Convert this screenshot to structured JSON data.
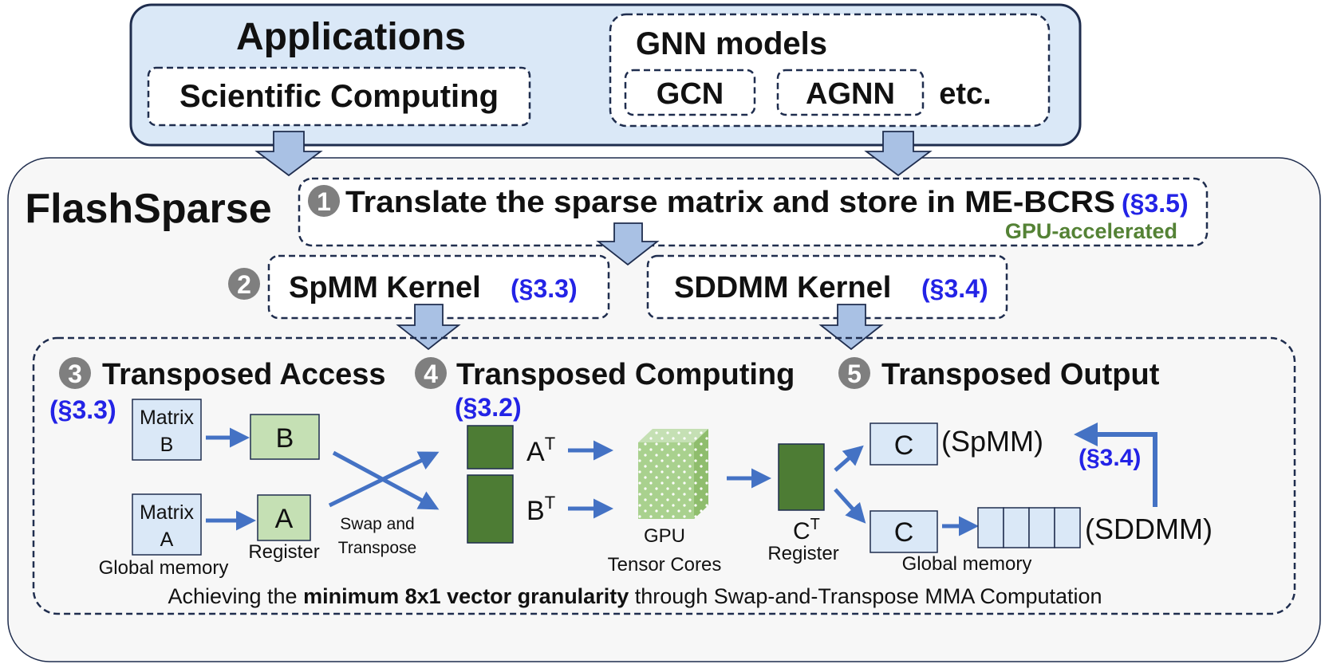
{
  "applications": {
    "title": "Applications",
    "scientific": "Scientific Computing",
    "gnn_title": "GNN models",
    "gcn": "GCN",
    "agnn": "AGNN",
    "etc": "etc."
  },
  "framework": {
    "title": "FlashSparse"
  },
  "steps": {
    "s1": {
      "num": "1",
      "text": "Translate the sparse matrix and store in ME-BCRS",
      "ref": "(§3.5)",
      "note": "GPU-accelerated"
    },
    "s2": {
      "num": "2",
      "spmm": "SpMM Kernel",
      "spmm_ref": "(§3.3)",
      "sddmm": "SDDMM Kernel",
      "sddmm_ref": "(§3.4)"
    },
    "s3": {
      "num": "3",
      "title": "Transposed Access",
      "ref": "(§3.3)"
    },
    "s4": {
      "num": "4",
      "title": "Transposed Computing",
      "ref": "(§3.2)"
    },
    "s5": {
      "num": "5",
      "title": "Transposed Output"
    }
  },
  "access": {
    "matrix_b_1": "Matrix",
    "matrix_b_2": "B",
    "matrix_a_1": "Matrix",
    "matrix_a_2": "A",
    "reg_b": "B",
    "reg_a": "A",
    "global_memory": "Global memory",
    "register": "Register",
    "swap_1": "Swap and",
    "swap_2": "Transpose"
  },
  "computing": {
    "a_t": "A",
    "b_t": "B",
    "sup": "T",
    "gpu_1": "GPU",
    "gpu_2": "Tensor Cores",
    "c_t": "C",
    "register": "Register"
  },
  "output": {
    "c_spmm": "C",
    "spmm": "(SpMM)",
    "c_sddmm": "C",
    "sddmm": "(SDDMM)",
    "ref": "(§3.4)",
    "global_memory": "Global memory"
  },
  "footer": {
    "pre": "Achieving the ",
    "bold": "minimum 8x1 vector granularity",
    "post": " through Swap-and-Transpose MMA Computation"
  },
  "colors": {
    "app_fill": "#dae8f7",
    "frame_stroke": "#1f2d4e",
    "light_green": "#c5e0b4",
    "dark_green": "#4d7c34",
    "light_blue": "#dae8f7",
    "arrow_blue": "#4472c4",
    "block_arrow": "#a9c1e4",
    "ref_blue": "#2323e6",
    "step_circle": "#7f7f7f"
  }
}
